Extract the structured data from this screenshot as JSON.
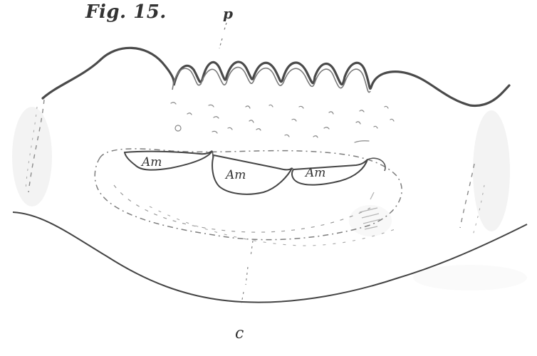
{
  "figure": {
    "title": "Fig. 15.",
    "label_p": "p",
    "label_c": "c",
    "am_labels": [
      "Am",
      "Am",
      "Am"
    ]
  },
  "colors": {
    "ink": "#333333",
    "outline": "#555555",
    "faint": "#9a9a9a",
    "shadow": "#d8d8d8",
    "background": "#ffffff"
  }
}
